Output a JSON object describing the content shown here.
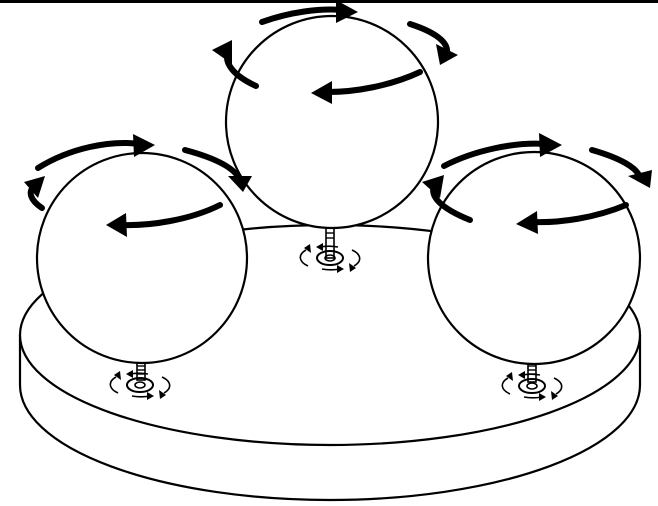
{
  "figure": {
    "subject": "three-spheres-rotating-on-circular-base",
    "line_color": "#000000",
    "fill_color": "#ffffff",
    "sphere_count": 3,
    "spheres": [
      {
        "id": "left",
        "rotation": "counterclockwise",
        "connector": "threaded-stud",
        "base_marker": "rotation-arrows"
      },
      {
        "id": "center",
        "rotation": "counterclockwise",
        "connector": "threaded-stud",
        "base_marker": "rotation-arrows"
      },
      {
        "id": "right",
        "rotation": "counterclockwise",
        "connector": "threaded-stud",
        "base_marker": "rotation-arrows"
      }
    ]
  }
}
